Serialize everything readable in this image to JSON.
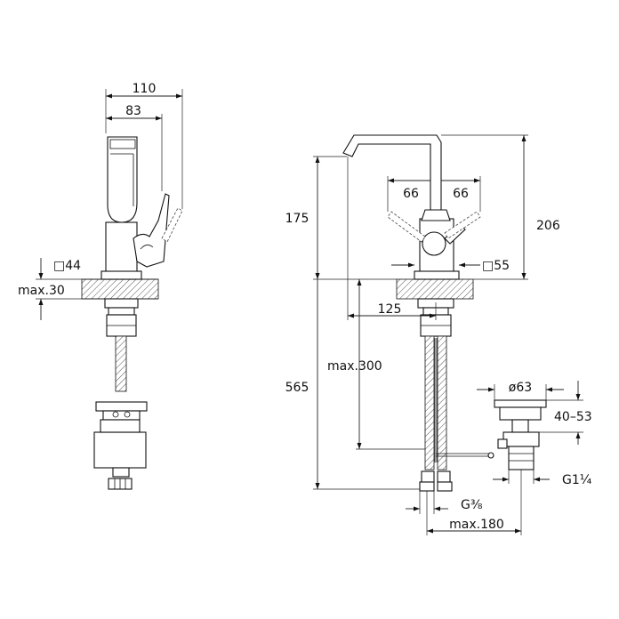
{
  "left_view": {
    "width_overall": "110",
    "width_body": "83",
    "hole_diameter": "□44",
    "max_thickness": "max.30"
  },
  "right_view": {
    "spout_height": "175",
    "overall_height": "206",
    "lever_left_angle": "66",
    "lever_right_angle": "66",
    "base_size": "□55",
    "spout_reach": "125",
    "hose_length": "max.300",
    "total_length": "565",
    "waste_diameter": "ø63",
    "waste_range": "40–53",
    "waste_thread": "G1¼",
    "hose_thread": "G⅜",
    "max_width": "max.180"
  }
}
